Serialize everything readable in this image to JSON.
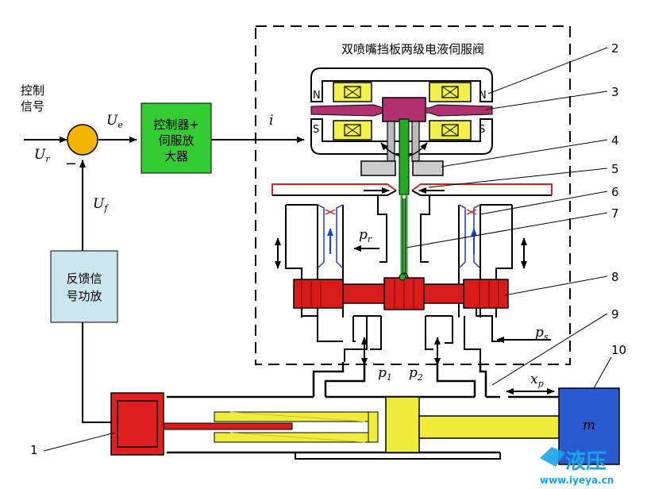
{
  "title": "双喷嘴挡板两级电液伺服阀",
  "labels": {
    "control_signal_line1": "控制",
    "control_signal_line2": "信号",
    "ur": "U",
    "ur_sub": "r",
    "ue": "U",
    "ue_sub": "e",
    "uf": "U",
    "uf_sub": "f",
    "minus": "−",
    "current": "i",
    "pr": "p",
    "pr_sub": "r",
    "ps": "p",
    "ps_sub": "s",
    "p1": "p",
    "p1_sub": "1",
    "p2": "p",
    "p2_sub": "2",
    "xp": "x",
    "xp_sub": "p",
    "mass": "m",
    "pole_n": "N",
    "pole_s": "S"
  },
  "controller": {
    "line1": "控制器+",
    "line2": "伺服放",
    "line3": "大器"
  },
  "feedback": {
    "line1": "反馈信",
    "line2": "号功放"
  },
  "callouts": [
    "1",
    "2",
    "3",
    "4",
    "5",
    "6",
    "7",
    "8",
    "9",
    "10"
  ],
  "watermark": {
    "text": "液压",
    "url": "www.iyeya.cn"
  },
  "colors": {
    "summing_junction": "#f4b400",
    "controller_box": "#33cc33",
    "feedback_box": "#cce6f0",
    "sensor": "#e02020",
    "spool": "#d81b1b",
    "armature": "#b03070",
    "coil": "#f2f04a",
    "flapper": "#22aa22",
    "piston": "#f0ec3c",
    "load": "#2a5ad0"
  }
}
